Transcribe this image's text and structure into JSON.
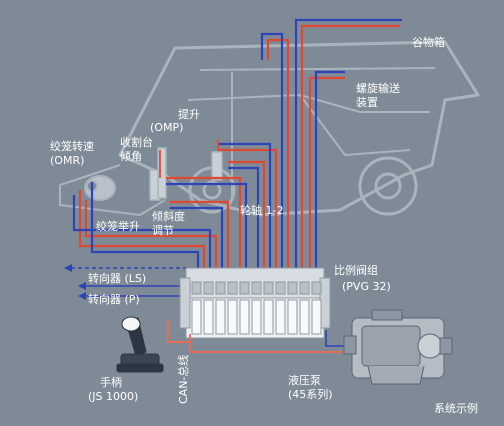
{
  "labels": {
    "grain_tank": "谷物箱",
    "auger_unit_l1": "螺旋输送",
    "auger_unit_l2": "装置",
    "lift_l1": "提升",
    "lift_l2": "(OMP)",
    "header_tilt_l1": "收割台",
    "header_tilt_l2": "倾角",
    "reel_speed_l1": "绞笼转速",
    "reel_speed_l2": "(OMR)",
    "tilt_adjust_l1": "倾斜度",
    "tilt_adjust_l2": "调节",
    "reel_lift": "绞笼举升",
    "axle": "轮轴 1-2",
    "steering_ls": "转向器 (LS)",
    "steering_p": "转向器 (P)",
    "valve_group_l1": "比例阀组",
    "valve_group_l2": "(PVG 32)",
    "joystick_l1": "手柄",
    "joystick_l2": "(JS 1000)",
    "can_bus": "CAN-总线",
    "pump_l1": "液压泵",
    "pump_l2": "(45系列)",
    "system_example": "系统示例"
  },
  "colors": {
    "background": "#7e8b97",
    "machine_outline": "#a9b4bd",
    "pressure_line": "#e0492f",
    "return_line": "#2e43b8",
    "bus_line": "#ef6a4f",
    "label": "#ffffff"
  }
}
